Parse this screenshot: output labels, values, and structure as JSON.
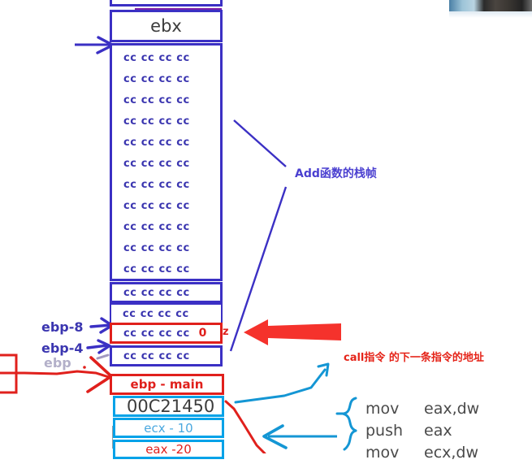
{
  "title": "Stack frame diagram annotation",
  "colors": {
    "stack_blue": "#3b30c4",
    "text_blue": "#3b36b0",
    "red": "#e0201c",
    "cyan": "#00a2e8",
    "annotation_purple": "#4a3fd0",
    "gray_text": "#3c3c3c",
    "magenta": "#7d1ea8"
  },
  "stack": {
    "top_register_cell": "ebx",
    "filler_value": "cc cc cc cc",
    "filler_rows_block": 11,
    "bordered_rows": [
      {
        "name": "cc-row-ebp-12",
        "value": "cc cc cc cc",
        "style": "strong",
        "extra": ""
      },
      {
        "name": "cc-row-ebp-8",
        "value": "cc cc cc cc",
        "style": "thin",
        "extra": ""
      },
      {
        "name": "cc-row-ebp-4-highlight",
        "value": "cc cc cc cc",
        "style": "red",
        "extra": "0"
      },
      {
        "name": "cc-row-ebp",
        "value": "cc cc cc cc",
        "style": "strong",
        "extra": ""
      }
    ],
    "ebp_main": "ebp - main",
    "return_address": "00C21450",
    "arg_ecx": "ecx - 10",
    "arg_eax": "eax -20"
  },
  "labels": {
    "ebp_minus_8": "ebp-8",
    "ebp_minus_4": "ebp-4",
    "ebp_faint": "ebp",
    "z_mark": "z",
    "add_frame": "Add函数的栈帧",
    "call_note": "call指令 的下一条指令的地址"
  },
  "assembly": {
    "rows": [
      {
        "op": "mov",
        "arg": "eax,dw"
      },
      {
        "op": "push",
        "arg": "eax"
      },
      {
        "op": "mov",
        "arg": "ecx,dw"
      }
    ]
  },
  "icons": {
    "arrow_left_red": "red-left-arrow-icon",
    "arrow_right_blue": "blue-right-arrow-icon",
    "arrow_right_red": "red-right-arrow-icon",
    "brace_blue": "blue-curly-brace-icon",
    "pointer_line": "diagonal-pointer-line-icon"
  }
}
